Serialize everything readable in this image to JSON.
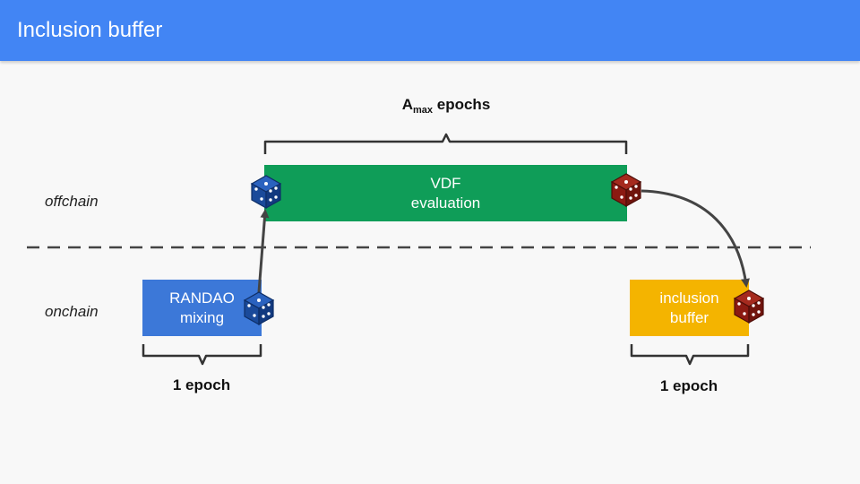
{
  "header": {
    "title": "Inclusion buffer"
  },
  "labels": {
    "offchain": "offchain",
    "onchain": "onchain"
  },
  "brace_top": {
    "base": "A",
    "subscript": "max",
    "suffix": " epochs"
  },
  "brace_left": {
    "text": "1 epoch"
  },
  "brace_right": {
    "text": "1 epoch"
  },
  "boxes": {
    "randao": {
      "line1": "RANDAO",
      "line2": "mixing"
    },
    "vdf": {
      "line1": "VDF",
      "line2": "evaluation"
    },
    "inclusion": {
      "line1": "inclusion",
      "line2": "buffer"
    }
  },
  "colors": {
    "header": "#4285f4",
    "randao": "#3c78d8",
    "vdf": "#0f9d58",
    "inclusion": "#f4b400",
    "dice_blue": "#1c4e9c",
    "dice_red": "#8b1a12"
  },
  "icons": [
    "blue-dice-icon",
    "red-dice-icon"
  ]
}
